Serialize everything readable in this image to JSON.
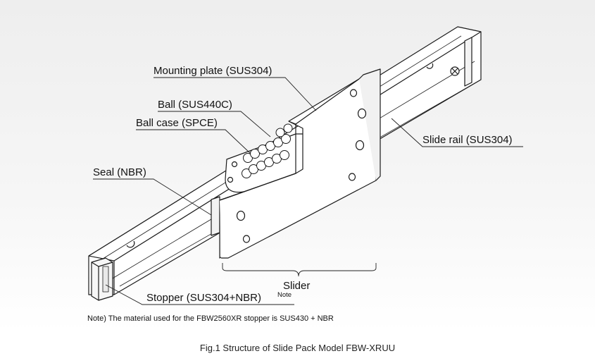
{
  "labels": {
    "mounting_plate": "Mounting plate (SUS304)",
    "ball": "Ball (SUS440C)",
    "ball_case": "Ball case (SPCE)",
    "seal": "Seal (NBR)",
    "slide_rail": "Slide rail (SUS304)",
    "slider": "Slider",
    "stopper": "Stopper (SUS304+NBR)",
    "stopper_note_mark": "Note"
  },
  "note": "Note) The material used for the FBW2560XR stopper is SUS430 + NBR",
  "caption": "Fig.1 Structure of Slide Pack Model FBW-XRUU"
}
